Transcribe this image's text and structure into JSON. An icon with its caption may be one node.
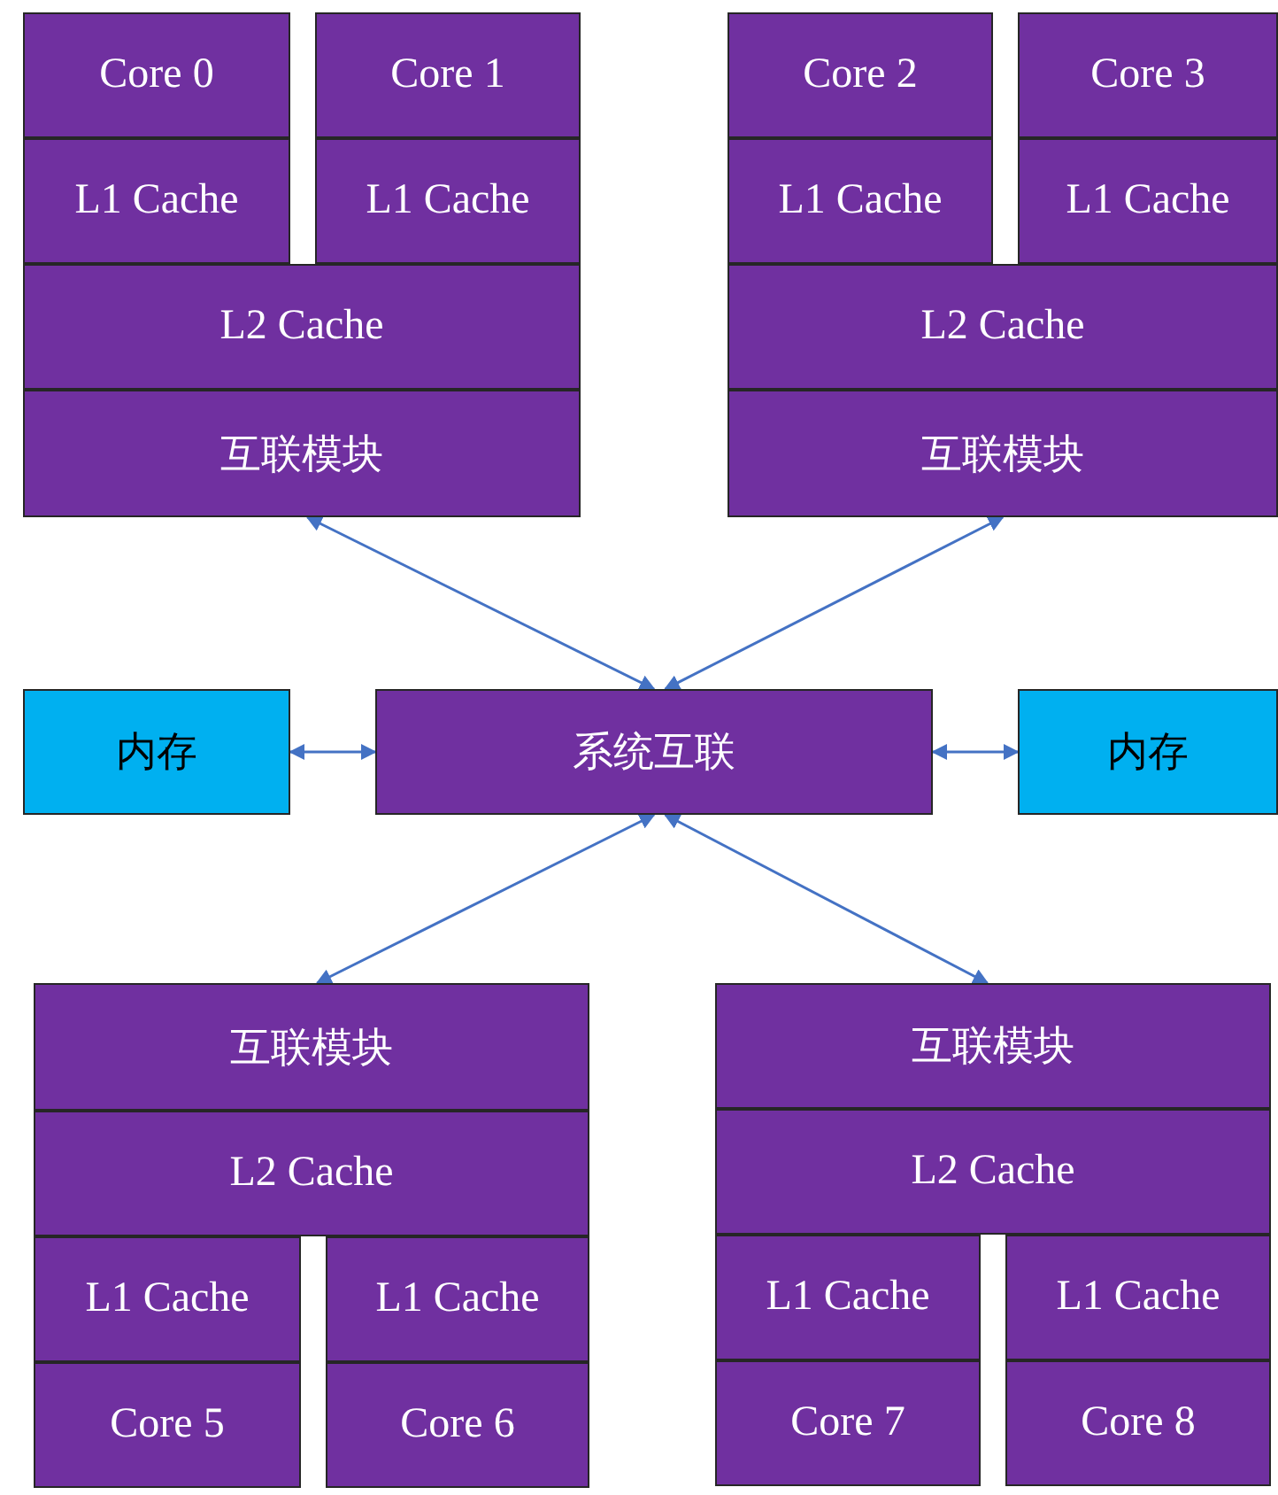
{
  "diagram": {
    "nodes": [
      {
        "text": [
          "Core 0"
        ]
      },
      {
        "text": [
          "Core 1"
        ]
      },
      {
        "text": [
          "L1 Cache"
        ]
      },
      {
        "text": [
          "L1 Cache"
        ]
      },
      {
        "text": [
          "L2 Cache"
        ]
      },
      {
        "text": [
          "互联模块"
        ]
      },
      {
        "text": [
          "Core 2"
        ]
      },
      {
        "text": [
          "Core 3"
        ]
      },
      {
        "text": [
          "L1 Cache"
        ]
      },
      {
        "text": [
          "L1 Cache"
        ]
      },
      {
        "text": [
          "L2 Cache"
        ]
      },
      {
        "text": [
          "互联模块"
        ]
      },
      {
        "text": [
          "内存"
        ]
      },
      {
        "text": [
          "系统互联"
        ]
      },
      {
        "text": [
          "内存"
        ]
      },
      {
        "text": [
          "互联模块"
        ]
      },
      {
        "text": [
          "L2 Cache"
        ]
      },
      {
        "text": [
          "L1 Cache"
        ]
      },
      {
        "text": [
          "L1 Cache"
        ]
      },
      {
        "text": [
          "Core 5"
        ]
      },
      {
        "text": [
          "Core 6"
        ]
      },
      {
        "text": [
          "互联模块"
        ]
      },
      {
        "text": [
          "L2 Cache"
        ]
      },
      {
        "text": [
          "L1 Cache"
        ]
      },
      {
        "text": [
          "L1 Cache"
        ]
      },
      {
        "text": [
          "Core 7"
        ]
      },
      {
        "text": [
          "Core 8"
        ]
      }
    ],
    "edges": [
      {
        "from": 5,
        "to": 13,
        "arrow": "both"
      },
      {
        "from": 11,
        "to": 13,
        "arrow": "both"
      },
      {
        "from": 12,
        "to": 13,
        "arrow": "both"
      },
      {
        "from": 13,
        "to": 14,
        "arrow": "both"
      },
      {
        "from": 13,
        "to": 15,
        "arrow": "both"
      },
      {
        "from": 13,
        "to": 21,
        "arrow": "both"
      }
    ]
  }
}
